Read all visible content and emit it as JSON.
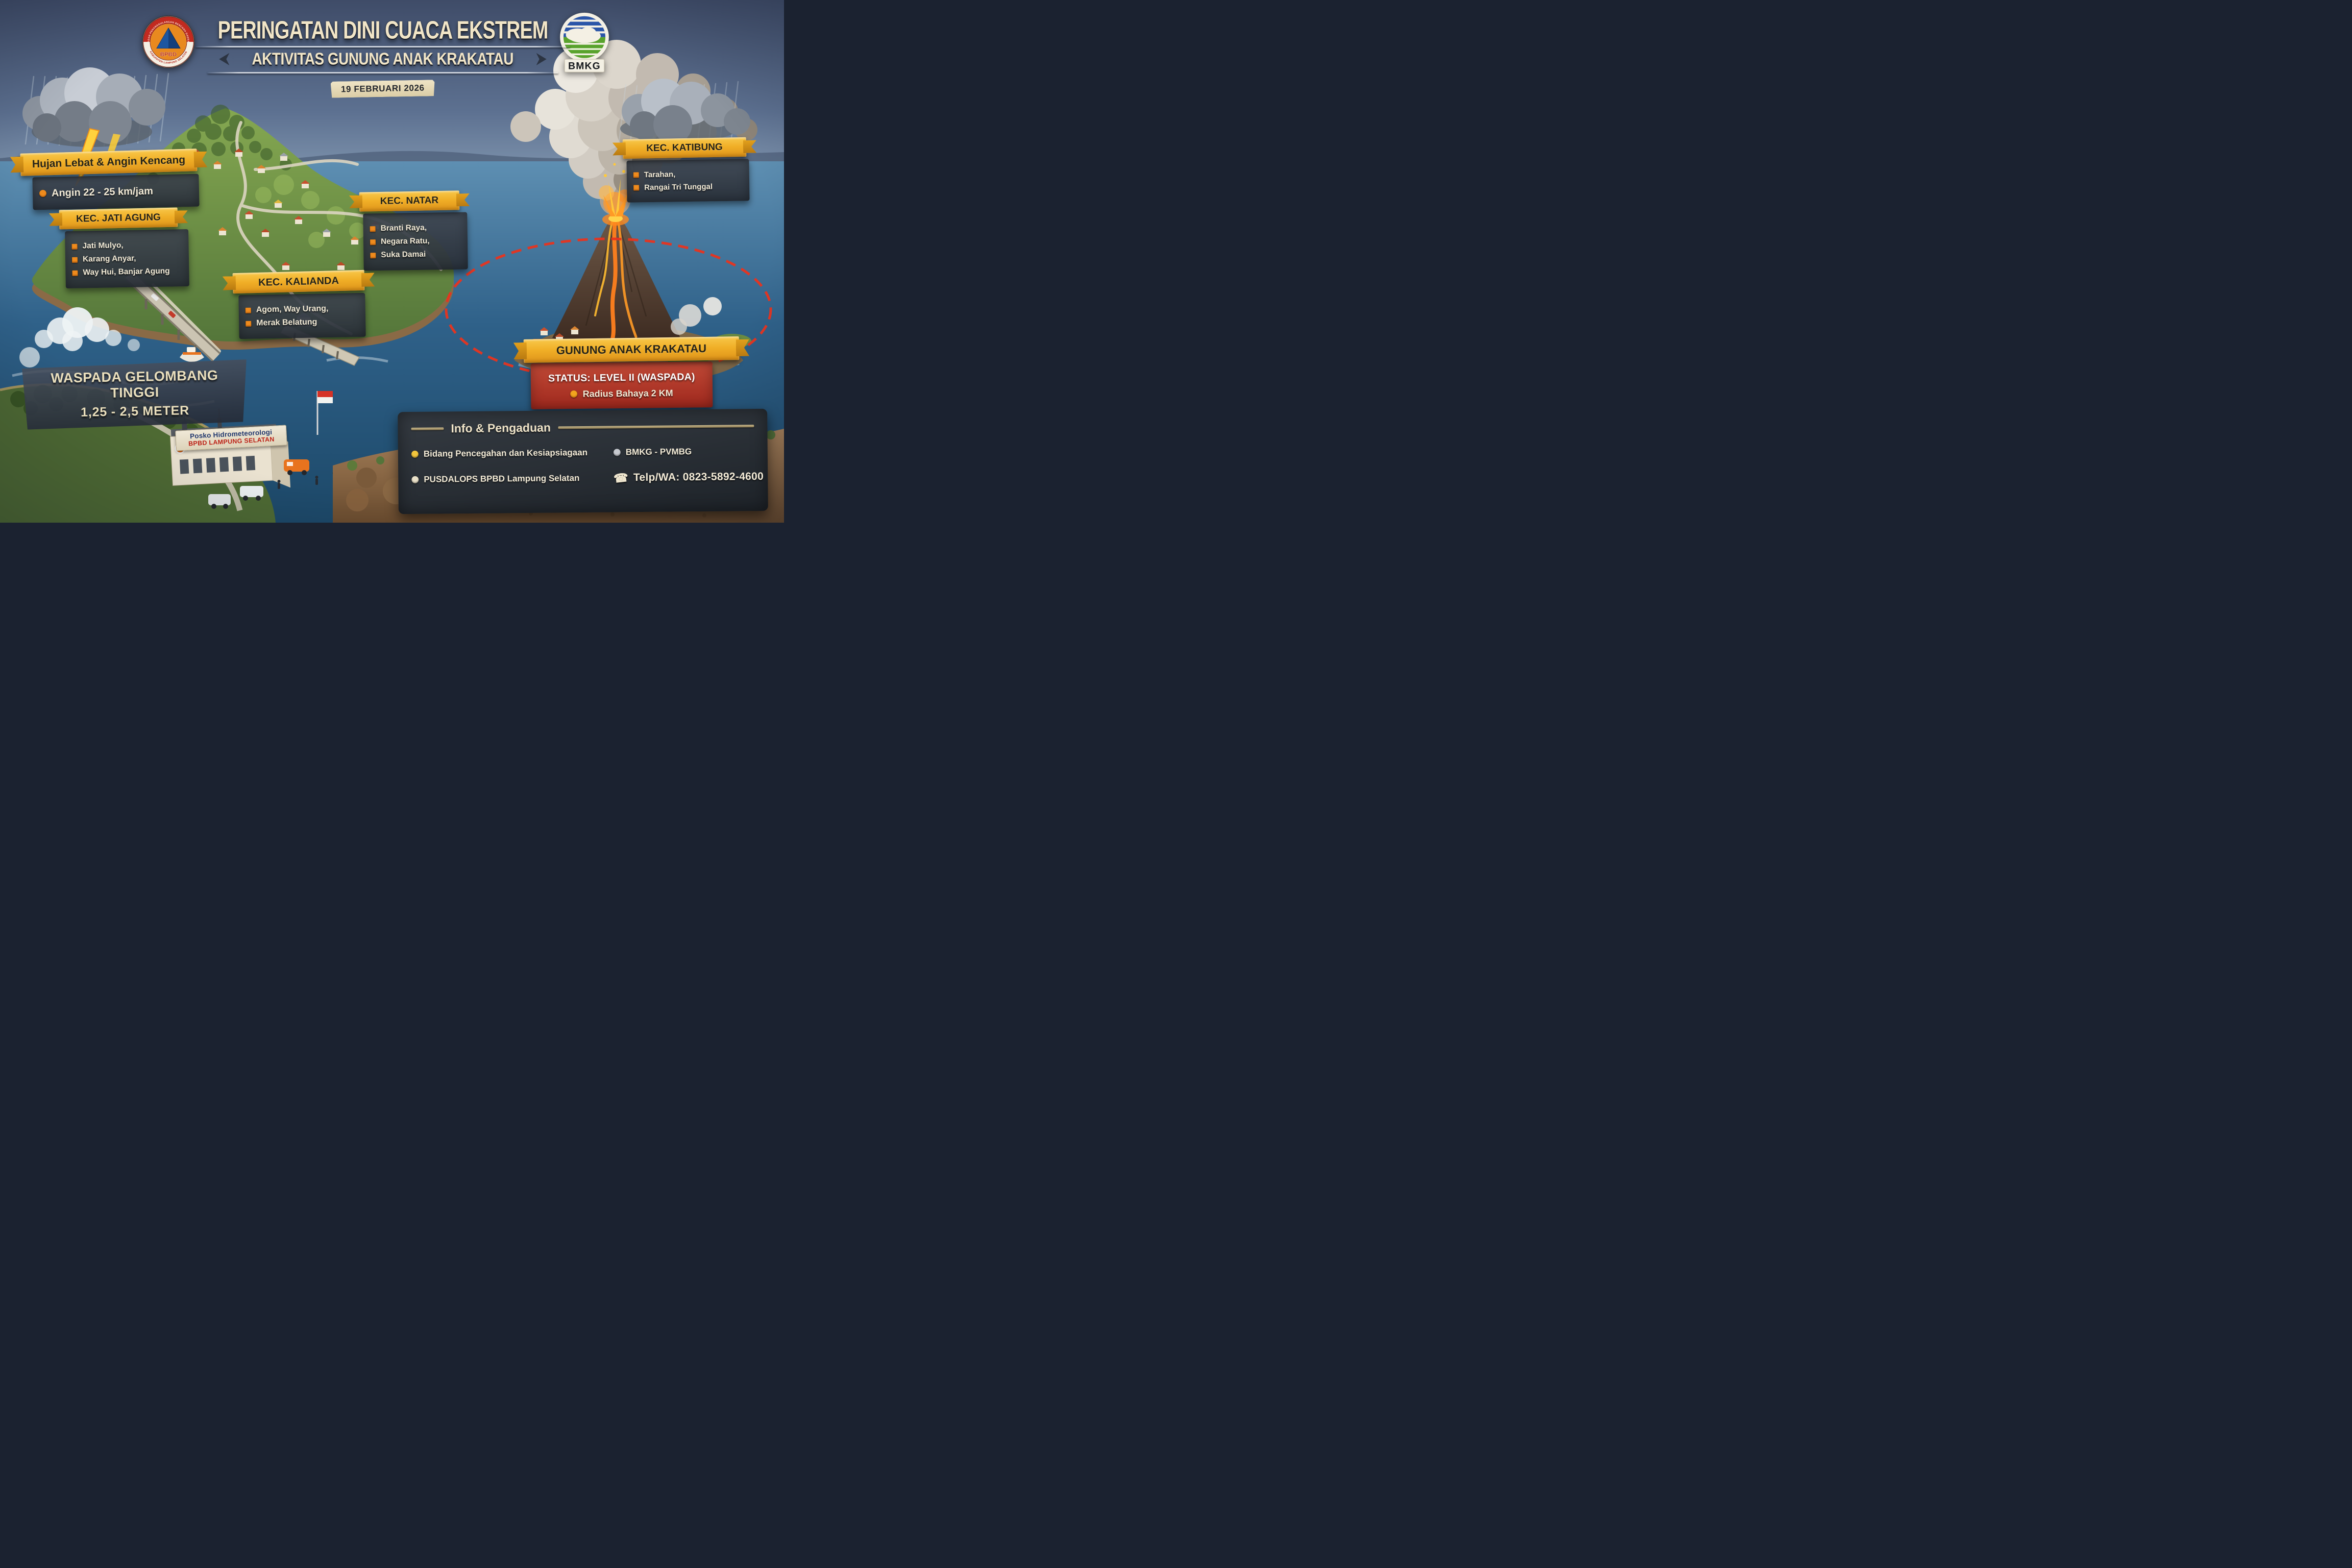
{
  "header": {
    "title": "PERINGATAN DINI CUACA EKSTREM",
    "subtitle": "AKTIVITAS GUNUNG ANAK KRAKATAU",
    "date": "19 FEBRUARI 2026",
    "bpbd_logo": {
      "ring_top": "BADAN PENANGGULANGAN BENCANA DAERAH",
      "center": "BPBD",
      "ring_bottom": "KABUPATEN LAMPUNG SELATAN"
    },
    "bmkg_logo": {
      "label": "BMKG"
    }
  },
  "storm_warning": {
    "title": "Hujan Lebat & Angin Kencang",
    "detail": "Angin 22 - 25 km/jam"
  },
  "districts": [
    {
      "name": "KEC. JATI AGUNG",
      "areas": [
        "Jati Mulyo,",
        "Karang Anyar,",
        "Way Hui, Banjar Agung"
      ]
    },
    {
      "name": "KEC. NATAR",
      "areas": [
        "Branti Raya,",
        "Negara Ratu,",
        "Suka Damai"
      ]
    },
    {
      "name": "KEC. KALIANDA",
      "areas": [
        "Agom, Way Urang,",
        "Merak Belatung"
      ]
    },
    {
      "name": "KEC. KATIBUNG",
      "areas": [
        "Tarahan,",
        "Rangai Tri Tunggal"
      ]
    }
  ],
  "wave_warning": {
    "line1": "WASPADA GELOMBANG TINGGI",
    "line2": "1,25 - 2,5 METER"
  },
  "volcano_status": {
    "title": "GUNUNG ANAK KRAKATAU",
    "status": "STATUS: LEVEL II (WASPADA)",
    "radius": "Radius Bahaya 2 KM"
  },
  "contact": {
    "header": "Info & Pengaduan",
    "left_items": [
      "Bidang Pencegahan dan Kesiapsiagaan",
      "PUSDALOPS BPBD Lampung Selatan"
    ],
    "right_item": "BMKG - PVMBG",
    "phone": "Telp/WA: 0823-5892-4600"
  },
  "scene": {
    "building_sign": {
      "line1": "Posko Hidrometeorologi",
      "line2": "BPBD LAMPUNG SELATAN"
    }
  },
  "colors": {
    "ribbon_yellow": "#eeab24",
    "panel_slate": "#3a414b",
    "status_red": "#ae3024",
    "danger_red": "#e8341f",
    "bullet_orange": "#ef8b1d",
    "text_cream": "#f2ead6"
  }
}
